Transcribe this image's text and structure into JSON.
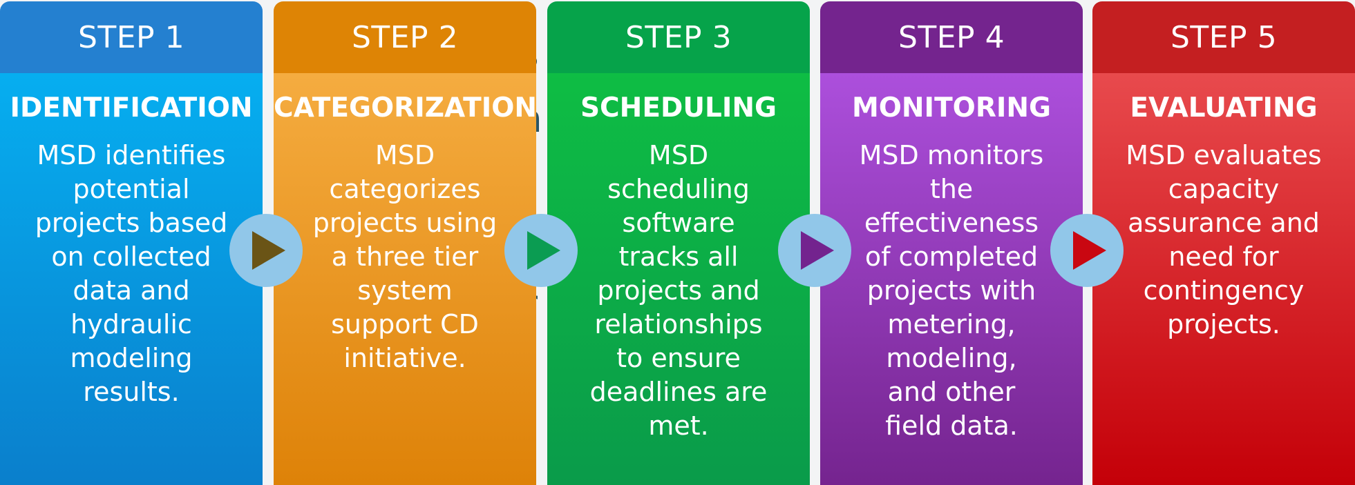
{
  "colors": {
    "step1": {
      "header": "#2480d0",
      "top": "#06aef0",
      "bottom": "#0a7fcc",
      "arrow": "#6a5416"
    },
    "step2": {
      "header": "#de8405",
      "top": "#f5ac40",
      "bottom": "#de8208",
      "arrow": "#0b9c52"
    },
    "step3": {
      "header": "#06a34a",
      "top": "#0ebd44",
      "bottom": "#0a9b4a",
      "arrow": "#73238e"
    },
    "step4": {
      "header": "#74248e",
      "top": "#ac4fdc",
      "bottom": "#75248f",
      "arrow": "#c90711"
    },
    "step5": {
      "header": "#c41f21",
      "top": "#e84a4d",
      "bottom": "#c40008",
      "arrow": null
    },
    "arrow_circle": "#91c7e9"
  },
  "steps": [
    {
      "step_label": "STEP 1",
      "title": "IDENTIFICATION",
      "description": "MSD identifies\npotential\nprojects based\non collected\ndata and\nhydraulic\nmodeling\nresults."
    },
    {
      "step_label": "STEP 2",
      "title": "CATEGORIZATION",
      "description": "MSD\ncategorizes\nprojects using\na three tier\nsystem\nsupport CD\ninitiative."
    },
    {
      "step_label": "STEP 3",
      "title": "SCHEDULING",
      "description": "MSD\nscheduling\nsoftware\ntracks all\nprojects and\nrelationships\nto ensure\ndeadlines are\nmet."
    },
    {
      "step_label": "STEP 4",
      "title": "MONITORING",
      "description": "MSD monitors\nthe\neffectiveness\nof completed\nprojects with\nmetering,\nmodeling,\nand other\nfield data."
    },
    {
      "step_label": "STEP 5",
      "title": "EVALUATING",
      "description": "MSD evaluates\ncapacity\nassurance and\nneed for\ncontingency\nprojects."
    }
  ]
}
